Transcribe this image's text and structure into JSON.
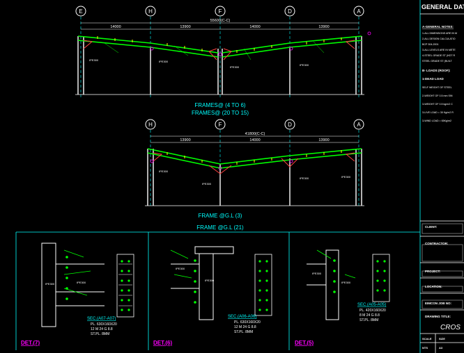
{
  "grid_top": [
    "E",
    "H",
    "F",
    "D",
    "A"
  ],
  "grid_bottom": [
    "H",
    "F",
    "D",
    "A"
  ],
  "top_dims": {
    "overall": "55600(C-C)",
    "spans": [
      "14000",
      "13900",
      "14000",
      "13900"
    ]
  },
  "bottom_dims": {
    "overall": "41800(C-C)",
    "spans": [
      "13900",
      "14000",
      "13900"
    ]
  },
  "frame_titles": {
    "t1": "FRAMES@ (4 TO 6)",
    "t2": "FRAMES@ (20 TO 15)",
    "t3": "FRAME @G.L (3)",
    "t4": "FRAME @G.L (21)"
  },
  "column_tags": [
    "IPE300",
    "IPE300",
    "IPE300",
    "IPE300",
    "IPE300",
    "IPE300",
    "IPE300",
    "IPE300"
  ],
  "details": [
    {
      "title": "DET.(7)",
      "sec": "SEC.(A07-A07)",
      "lines": [
        "PL.  630X160X20",
        "12  M  24  G  8.8",
        "ST.PL.  8MM"
      ]
    },
    {
      "title": "DET.(6)",
      "sec": "SEC.(A06-A06)",
      "lines": [
        "PL.  630X160X20",
        "12  M  24  G  8.8",
        "ST.PL.  8MM"
      ]
    },
    {
      "title": "DET.(5)",
      "sec": "SEC.(A05-A05)",
      "lines": [
        "PL.  420X160X20",
        "8  M  24  G  8.8",
        "ST.PL.  8MM"
      ]
    }
  ],
  "right_panel": {
    "header": "GENERAL DAT",
    "notes_title": "A-GENERAL NOTES:",
    "notes": [
      "1-ALL DIMENSIONS ARE IN M",
      "2-ALL DESIGN CALCULATIO",
      "BCP 304-2001",
      "3-ALL LEVELS ARE IN METE",
      "4-STEEL GRADE ST (HOT R",
      "STEEL GRADE ST (BUILT",
      "B- LOADS (ROOF):",
      "1-DEAD LOAD",
      "SELF WEIGHT OF STEEL",
      "2-WEIGHT OF 0.5 mm SIN",
      "3-WEIGHT OF 0.5 kg/m2 C",
      "3-LIVE LOAD = 30 Kg/m2 R",
      "3-WIND LOAD = 65Kg/m2"
    ],
    "client": "CLIENT:",
    "contractor": "CONTRACTOR:",
    "project": "PROJECT:",
    "location": "LOCATION:",
    "job": "EIMCON JOB NO:",
    "drawing_title": "DRAWING TITLE:",
    "drawing_title_value": "CROS",
    "scale_label": "SCALE",
    "size_label": "SIZE",
    "scale_value": "NTS",
    "size_value": "A3"
  },
  "colors": {
    "green": "#00ff00",
    "cyan": "#00ffff",
    "yellow": "#ffff00",
    "magenta": "#ff00ff",
    "red": "#ff4040",
    "white": "#ffffff"
  }
}
